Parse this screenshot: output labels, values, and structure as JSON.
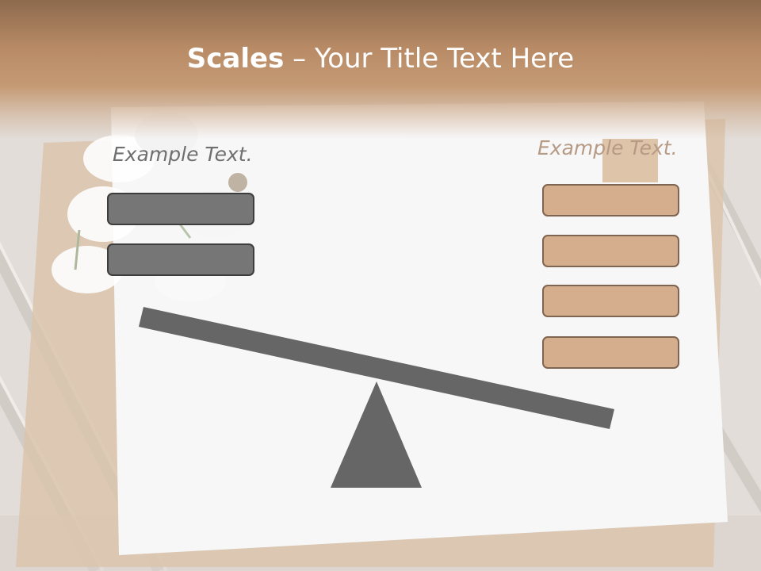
{
  "slide": {
    "title_bold": "Scales",
    "title_rest": " – Your Title Text Here",
    "left_label": "Example Text.",
    "right_label": "Example Text."
  },
  "colors": {
    "title_band": "#b88b66",
    "left_box_fill": "#767676",
    "right_box_fill": "#d5ae8e",
    "seesaw": "#666666"
  }
}
